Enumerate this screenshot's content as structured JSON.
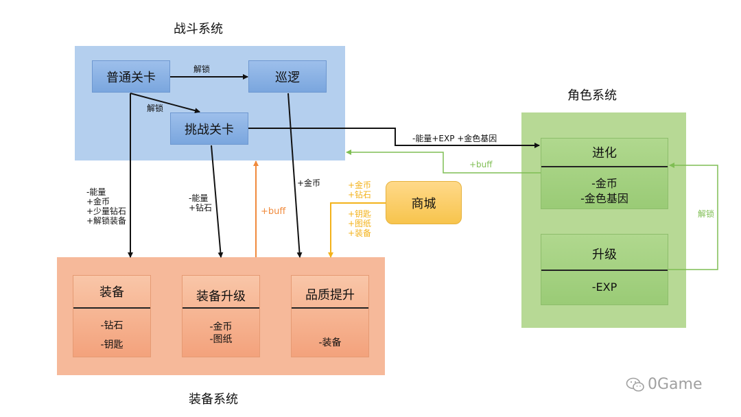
{
  "titles": {
    "battle": "战斗系统",
    "equip": "装备系统",
    "role": "角色系统"
  },
  "battle": {
    "normal_stage": "普通关卡",
    "patrol": "巡逻",
    "challenge_stage": "挑战关卡"
  },
  "equip": {
    "card1": {
      "title": "装备",
      "lines": [
        "-钻石",
        "-钥匙"
      ]
    },
    "card2": {
      "title": "装备升级",
      "lines": [
        "-金币",
        "-图纸"
      ]
    },
    "card3": {
      "title": "品质提升",
      "lines": [
        "-装备"
      ]
    }
  },
  "role": {
    "evolve": {
      "title": "进化",
      "lines": [
        "-金币",
        "-金色基因"
      ]
    },
    "upgrade": {
      "title": "升级",
      "lines": [
        "-EXP"
      ]
    }
  },
  "shop": "商城",
  "labels": {
    "unlock_patrol": "解锁",
    "unlock_challenge": "解锁",
    "normal_to_equip": [
      "-能量",
      "+金币",
      "+少量钻石",
      "+解锁装备"
    ],
    "challenge_to_upgrade": [
      "-能量",
      "+钻石"
    ],
    "patrol_to_quality": "+金币",
    "equip_buff": "+buff",
    "shop_top": [
      "+金币",
      "+钻石"
    ],
    "shop_bottom": [
      "+钥匙",
      "+图纸",
      "+装备"
    ],
    "challenge_to_role": "-能量+EXP +金色基因",
    "role_buff": "+buff",
    "role_unlock": "解锁"
  },
  "watermark": "0Game",
  "colors": {
    "black_arrow": "#111111",
    "orange_arrow": "#f08a3c",
    "yellow_arrow": "#f3b21a",
    "green_arrow": "#7fbe53"
  }
}
